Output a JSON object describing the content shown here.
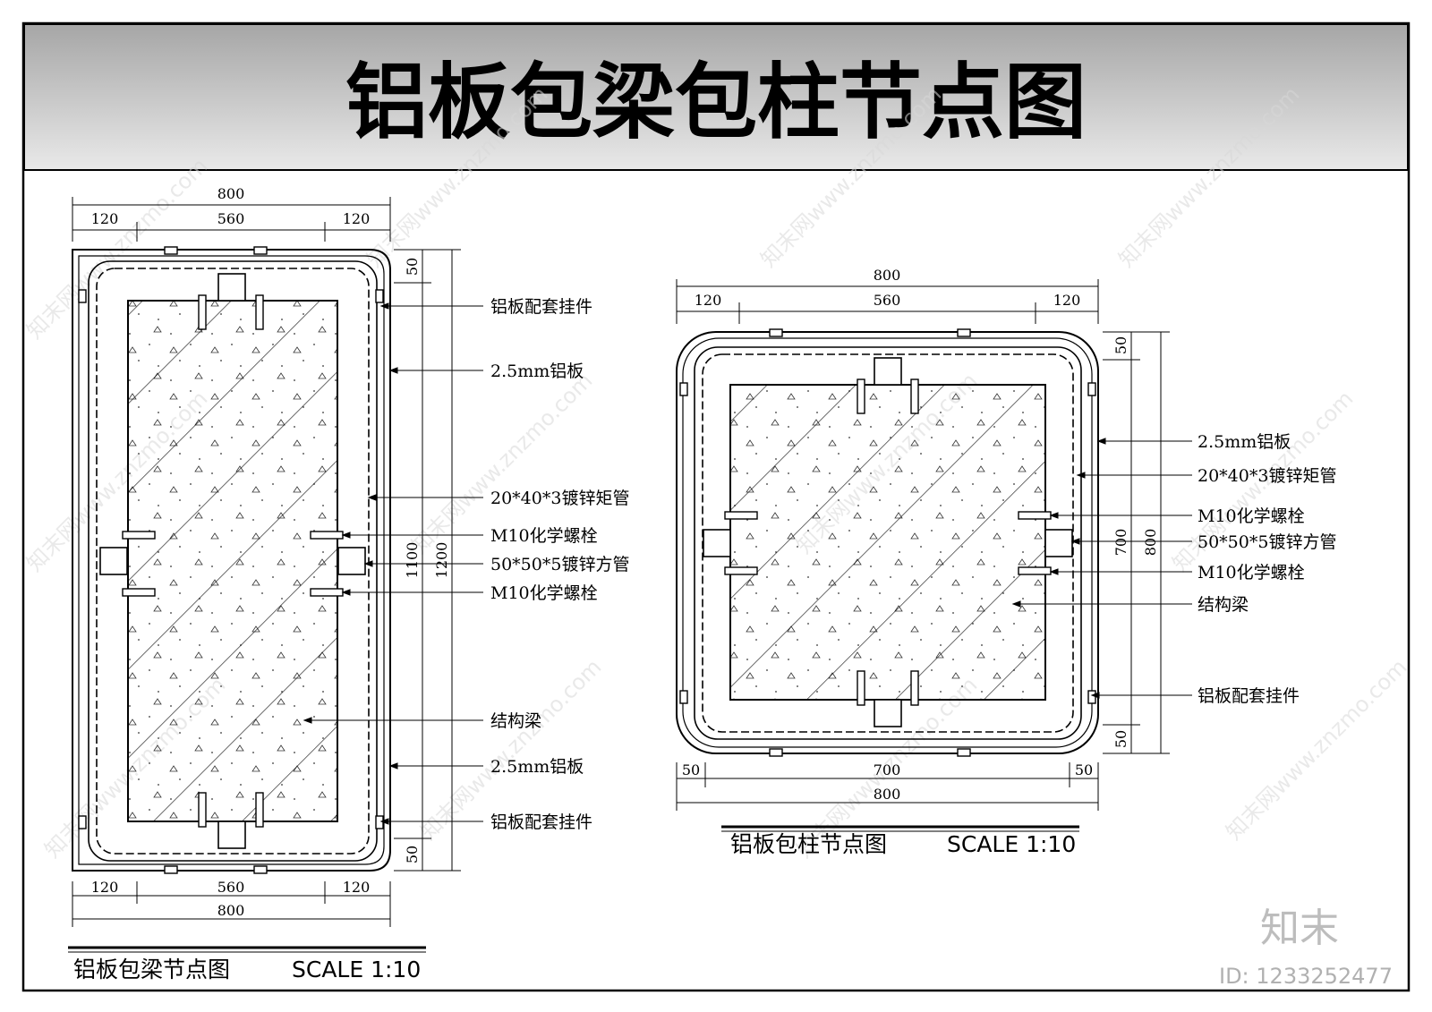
{
  "sheet": {
    "title": "铝板包梁包柱节点图",
    "header_gradient": [
      "#a6a6a6",
      "#e9e9e9"
    ]
  },
  "beam_detail": {
    "caption": "铝板包梁节点图",
    "scale": "SCALE 1:10",
    "dims": {
      "top_total": "800",
      "top_left": "120",
      "top_mid": "560",
      "top_right": "120",
      "bottom_total": "800",
      "bottom_left": "120",
      "bottom_mid": "560",
      "bottom_right": "120",
      "right_top": "50",
      "right_bottom": "50",
      "right_inner": "1100",
      "right_outer": "1200"
    },
    "labels": [
      "铝板配套挂件",
      "2.5mm铝板",
      "20*40*3镀锌矩管",
      "M10化学螺栓",
      "50*50*5镀锌方管",
      "M10化学螺栓",
      "结构梁",
      "2.5mm铝板",
      "铝板配套挂件"
    ]
  },
  "column_detail": {
    "caption": "铝板包柱节点图",
    "scale": "SCALE 1:10",
    "dims": {
      "top_total": "800",
      "top_left": "120",
      "top_mid": "560",
      "top_right": "120",
      "bottom_left": "50",
      "bottom_mid": "700",
      "bottom_right": "50",
      "bottom_total": "800",
      "right_top": "50",
      "right_bottom": "50",
      "right_inner": "700",
      "right_outer": "800"
    },
    "labels": [
      "2.5mm铝板",
      "20*40*3镀锌矩管",
      "M10化学螺栓",
      "50*50*5镀锌方管",
      "M10化学螺栓",
      "结构梁",
      "铝板配套挂件"
    ]
  },
  "watermark": {
    "text": "知末网www.znzmo.com",
    "logo": "知末",
    "id_label": "ID: 1233252477"
  }
}
